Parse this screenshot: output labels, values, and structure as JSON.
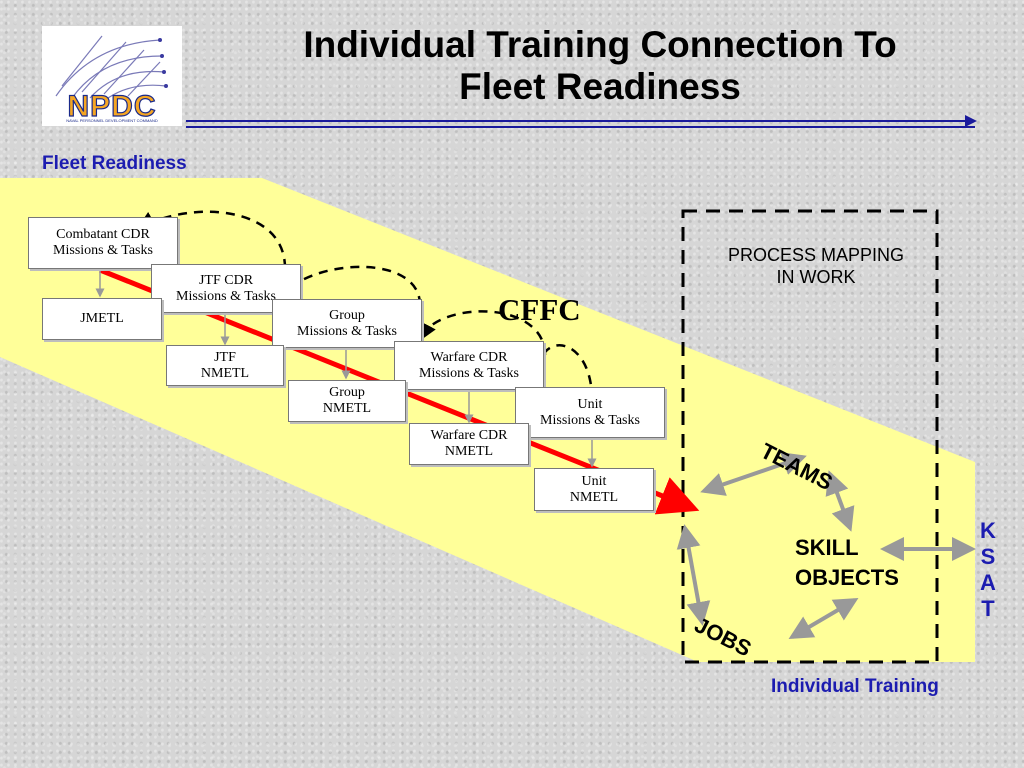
{
  "logo": {
    "text": "NPDC",
    "subtitle": "NAVAL PERSONNEL DEVELOPMENT COMMAND"
  },
  "title": {
    "line1": "Individual Training Connection To",
    "line2": "Fleet Readiness"
  },
  "labels": {
    "fleet_readiness": "Fleet Readiness",
    "individual_training": "Individual Training",
    "cffc": "CFFC",
    "process_line1": "PROCESS MAPPING",
    "process_line2": "IN WORK",
    "teams": "TEAMS",
    "jobs": "JOBS",
    "skill_line1": "SKILL",
    "skill_line2": "OBJECTS",
    "ksat": [
      "K",
      "S",
      "A",
      "T"
    ]
  },
  "missions": [
    {
      "line1": "Combatant CDR",
      "line2": "Missions & Tasks"
    },
    {
      "line1": "JTF CDR",
      "line2": "Missions & Tasks"
    },
    {
      "line1": "Group",
      "line2": "Missions & Tasks"
    },
    {
      "line1": "Warfare CDR",
      "line2": "Missions & Tasks"
    },
    {
      "line1": "Unit",
      "line2": "Missions & Tasks"
    }
  ],
  "metls": [
    {
      "line1": "JMETL",
      "line2": ""
    },
    {
      "line1": "JTF",
      "line2": "NMETL"
    },
    {
      "line1": "Group",
      "line2": "NMETL"
    },
    {
      "line1": "Warfare CDR",
      "line2": "NMETL"
    },
    {
      "line1": "Unit",
      "line2": "NMETL"
    }
  ],
  "colors": {
    "band": "#ffff99",
    "red_arrow": "#ff0000",
    "blue_text": "#1c1cb0",
    "title_rule": "#1a1a9c"
  }
}
